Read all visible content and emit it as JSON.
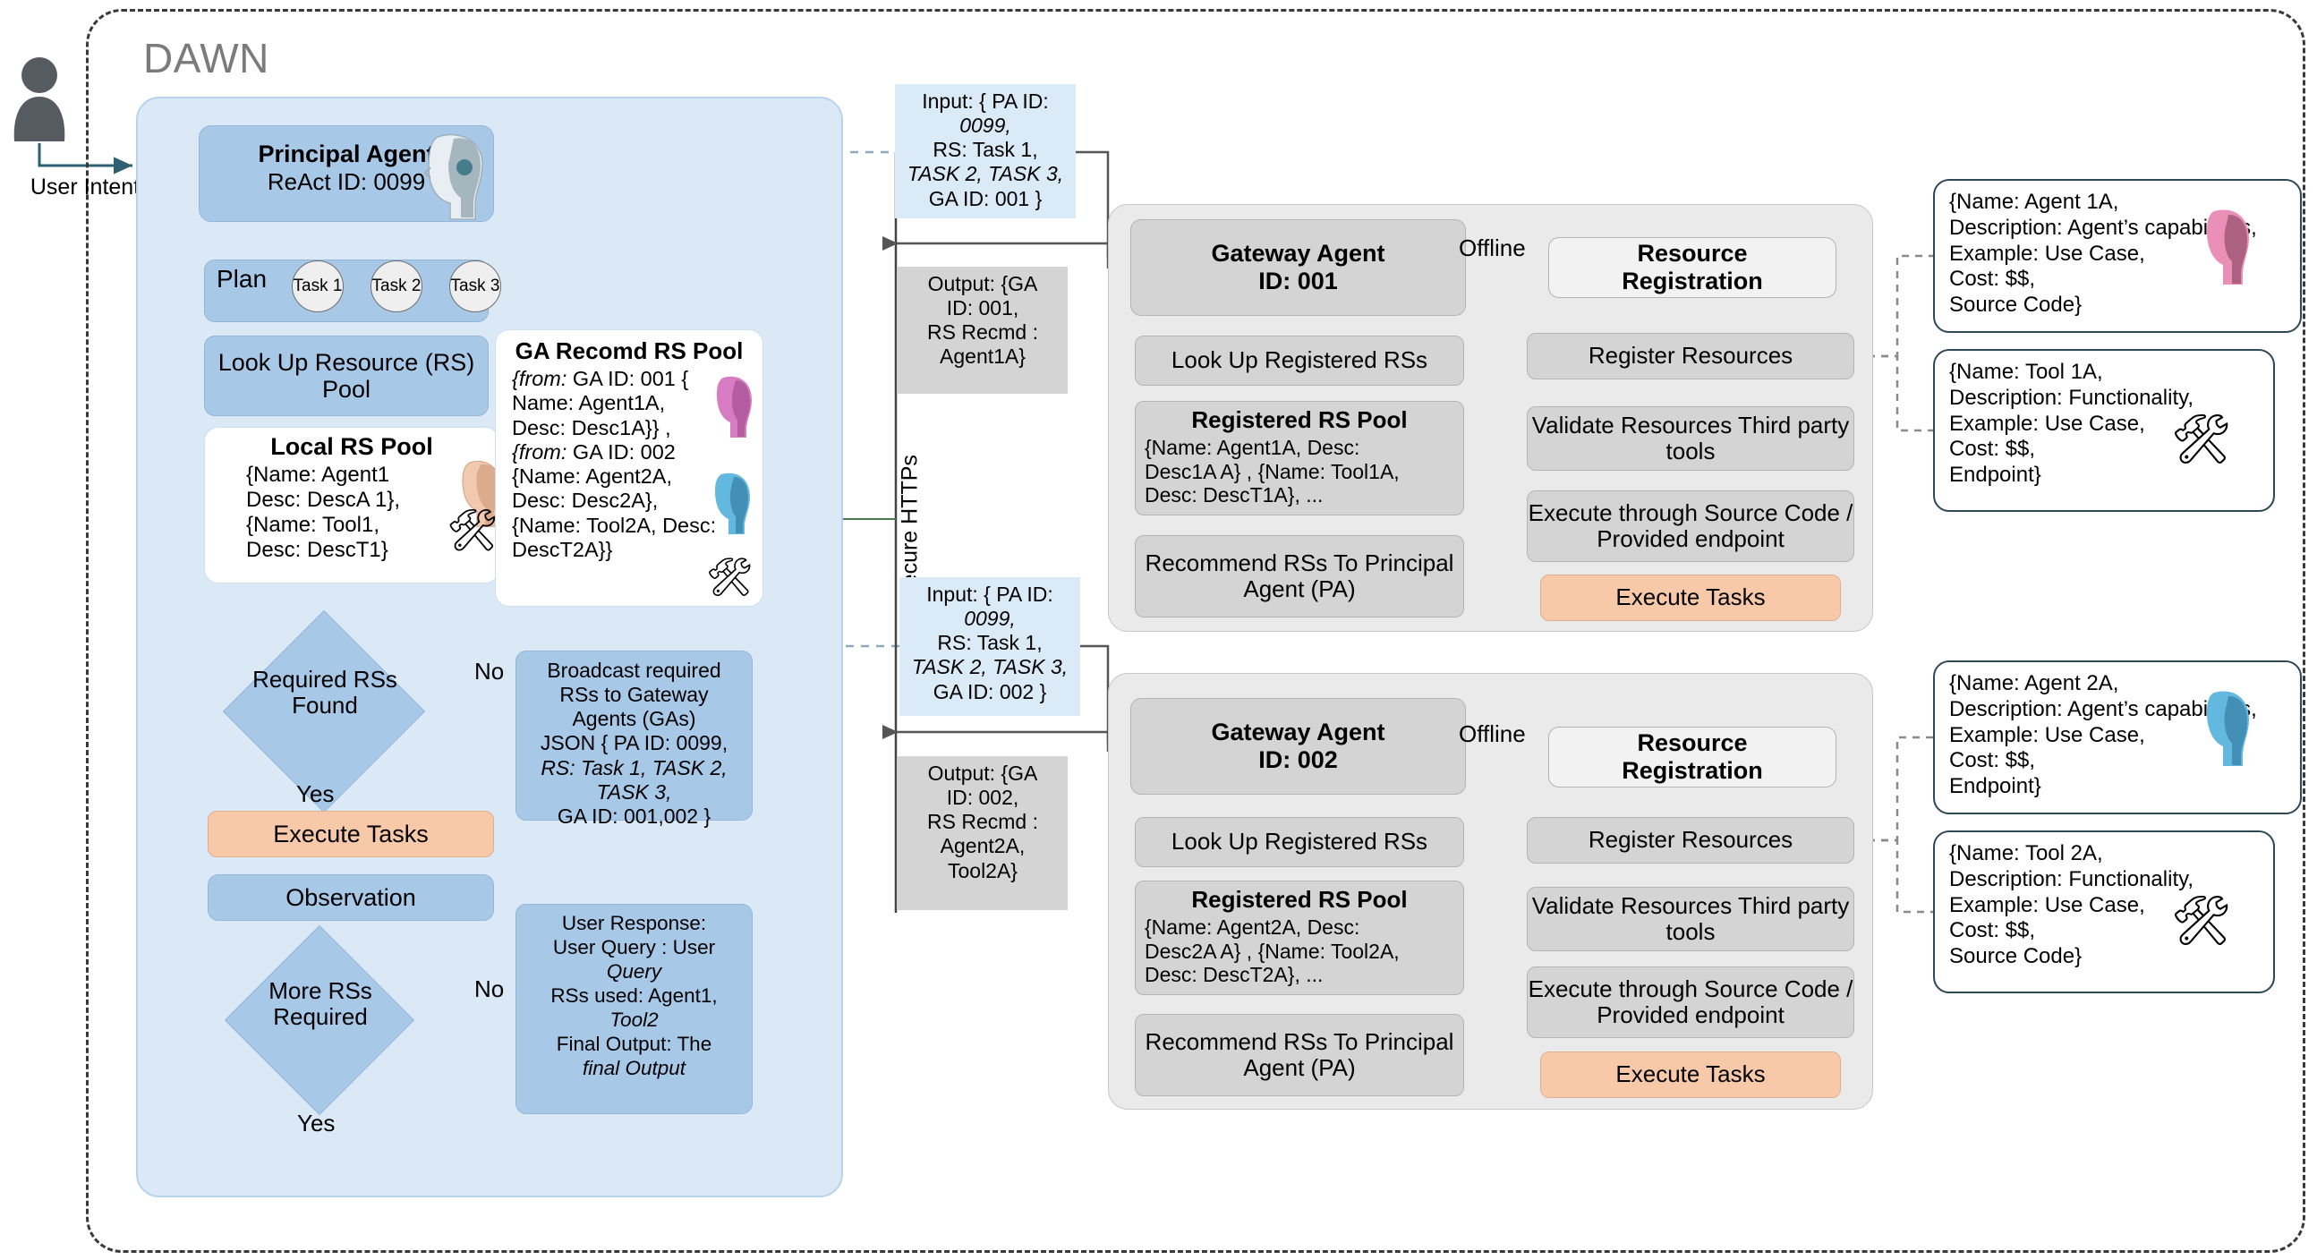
{
  "title": "DAWN",
  "user": {
    "icon": "user-avatar-icon",
    "intent_label": "User Intent"
  },
  "principal_agent": {
    "header": {
      "title": "Principal Agent",
      "subtitle": "ReAct ID: 0099",
      "icon": "robot-head-icon"
    },
    "plan": {
      "label": "Plan",
      "tasks": [
        "Task 1",
        "Task 2",
        "Task 3"
      ]
    },
    "lookup": "Look Up Resource (RS) Pool",
    "local_rs_pool": {
      "title": "Local RS Pool",
      "lines": [
        "{Name: Agent1",
        "Desc: DescA 1},",
        "{Name: Tool1,",
        "Desc: DescT1}"
      ]
    },
    "ga_recomd_rs_pool": {
      "title": "GA Recomd RS Pool",
      "lines": [
        "{from: GA ID: 001 {",
        "Name: Agent1A,",
        "Desc: Desc1A}} ,",
        "{from: GA ID: 002",
        "{Name: Agent2A,",
        "Desc: Desc2A},",
        "{Name: Tool2A, Desc:",
        "DescT2A}}"
      ]
    },
    "required_rs_decision": "Required RSs Found",
    "required_rs_no": "No",
    "required_rs_yes": "Yes",
    "broadcast": {
      "lines": [
        "Broadcast required",
        "RSs to Gateway",
        "Agents (GAs)",
        "JSON { PA ID: 0099,",
        "RS: Task 1, TASK 2,",
        "TASK 3,",
        "GA ID: 001,002 }"
      ]
    },
    "execute_tasks": "Execute Tasks",
    "observation": "Observation",
    "more_rs_decision": "More RSs Required",
    "more_rs_no": "No",
    "more_rs_yes": "Yes",
    "user_response": {
      "lines": [
        "User Response:",
        "User Query : User",
        "Query",
        "RSs used: Agent1,",
        "Tool2",
        "Final Output: The",
        "final Output"
      ]
    }
  },
  "channel": {
    "label": "Secure HTTPs",
    "input_001": [
      "Input: { PA ID:",
      "0099,",
      "RS: Task 1,",
      "TASK 2, TASK 3,",
      "GA ID: 001 }"
    ],
    "output_001": [
      "Output: {GA",
      "ID: 001,",
      "RS Recmd :",
      "Agent1A}"
    ],
    "input_002": [
      "Input: { PA ID:",
      "0099,",
      "RS: Task 1,",
      "TASK 2, TASK 3,",
      "GA ID: 002 }"
    ],
    "output_002": [
      "Output: {GA",
      "ID: 002,",
      "RS Recmd :",
      "Agent2A,",
      "Tool2A}"
    ]
  },
  "gateway_agents": [
    {
      "title": "Gateway Agent",
      "id_label": "ID: 001",
      "lookup": "Look Up Registered RSs",
      "pool_title": "Registered  RS Pool",
      "pool_lines": [
        "{Name: Agent1A, Desc:",
        "Desc1A A} , {Name: Tool1A,",
        "Desc: DescT1A}, ..."
      ],
      "recommend": "Recommend RSs To Principal Agent (PA)",
      "offline_label": "Offline",
      "registration": {
        "title": "Resource Registration",
        "steps": [
          "Register Resources",
          "Validate Resources Third party tools",
          "Execute through Source Code / Provided endpoint"
        ],
        "execute": "Execute Tasks"
      }
    },
    {
      "title": "Gateway Agent",
      "id_label": "ID: 002",
      "lookup": "Look Up Registered RSs",
      "pool_title": "Registered  RS Pool",
      "pool_lines": [
        "{Name: Agent2A, Desc:",
        "Desc2A A} , {Name: Tool2A,",
        "Desc: DescT2A}, ..."
      ],
      "recommend": "Recommend RSs To Principal Agent (PA)",
      "offline_label": "Offline",
      "registration": {
        "title": "Resource Registration",
        "steps": [
          "Register Resources",
          "Validate Resources Third party tools",
          "Execute through Source Code / Provided endpoint"
        ],
        "execute": "Execute Tasks"
      }
    }
  ],
  "resource_cards": [
    {
      "icon": "pink-robot-head-icon",
      "lines": [
        "{Name: Agent 1A,",
        "Description: Agent’s capabilities,",
        "Example: Use Case,",
        "Cost: $$,",
        "Source Code}"
      ]
    },
    {
      "icon": "tools-icon",
      "lines": [
        "{Name: Tool 1A,",
        "Description: Functionality,",
        "Example: Use Case,",
        "Cost: $$,",
        "Endpoint}"
      ]
    },
    {
      "icon": "blue-robot-head-icon",
      "lines": [
        "{Name: Agent 2A,",
        "Description: Agent’s capabilities,",
        "Example: Use Case,",
        "Cost: $$,",
        "Endpoint}"
      ]
    },
    {
      "icon": "tools-icon",
      "lines": [
        "{Name: Tool 2A,",
        "Description: Functionality,",
        "Example: Use Case,",
        "Cost: $$,",
        "Source Code}"
      ]
    }
  ],
  "colors": {
    "pa_fill": "#a8c8e8",
    "pa_container": "#dbe9f7",
    "execute": "#f8c9a8",
    "ga_panel": "#eaeaea",
    "ga_box": "#d4d4d4",
    "msg_blue": "#dbeaf7",
    "msg_gray": "#d4d4d4",
    "title": "#7b7b7b"
  }
}
